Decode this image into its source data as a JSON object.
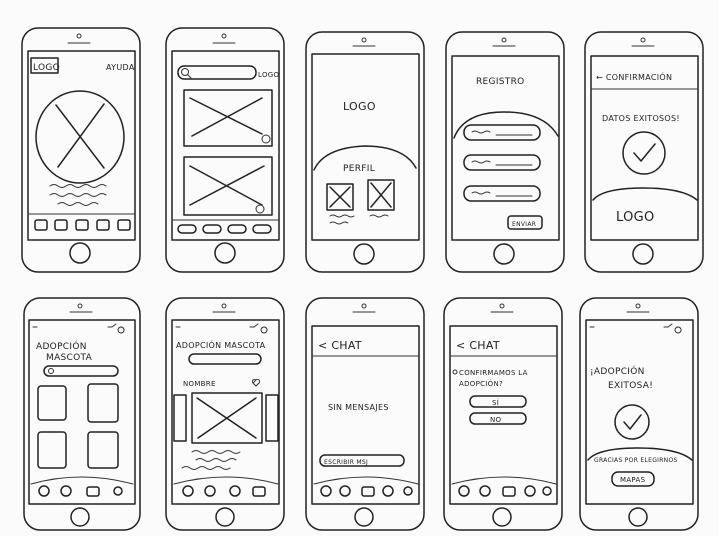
{
  "sheet": {
    "row1": {
      "s1": {
        "logo": "LOGO",
        "help": "AYUDA"
      },
      "s2": {
        "logo": "LOGO"
      },
      "s3": {
        "logo": "LOGO",
        "profile": "PERFIL"
      },
      "s4": {
        "title": "REGISTRO",
        "send_button": "ENVIAR"
      },
      "s5": {
        "back": "← CONFIRMACIÓN",
        "message": "DATOS EXITOSOS!",
        "logo": "LOGO"
      }
    },
    "row2": {
      "s6": {
        "title_line1": "ADOPCIÓN",
        "title_line2": "MASCOTA"
      },
      "s7": {
        "title": "ADOPCIÓN MASCOTA",
        "name_label": "NOMBRE"
      },
      "s8": {
        "header": "< CHAT",
        "empty_message": "SIN MENSAJES",
        "input_placeholder": "ESCRIBIR MSJ"
      },
      "s9": {
        "header": "< CHAT",
        "question_line1": "CONFIRMAMOS LA",
        "question_line2": "ADOPCIÓN?",
        "yes": "SÍ",
        "no": "NO"
      },
      "s10": {
        "title_line1": "¡ADOPCIÓN",
        "title_line2": "EXITOSA!",
        "thanks": "GRACIAS POR ELEGIRNOS",
        "maps_button": "MAPAS"
      }
    }
  }
}
